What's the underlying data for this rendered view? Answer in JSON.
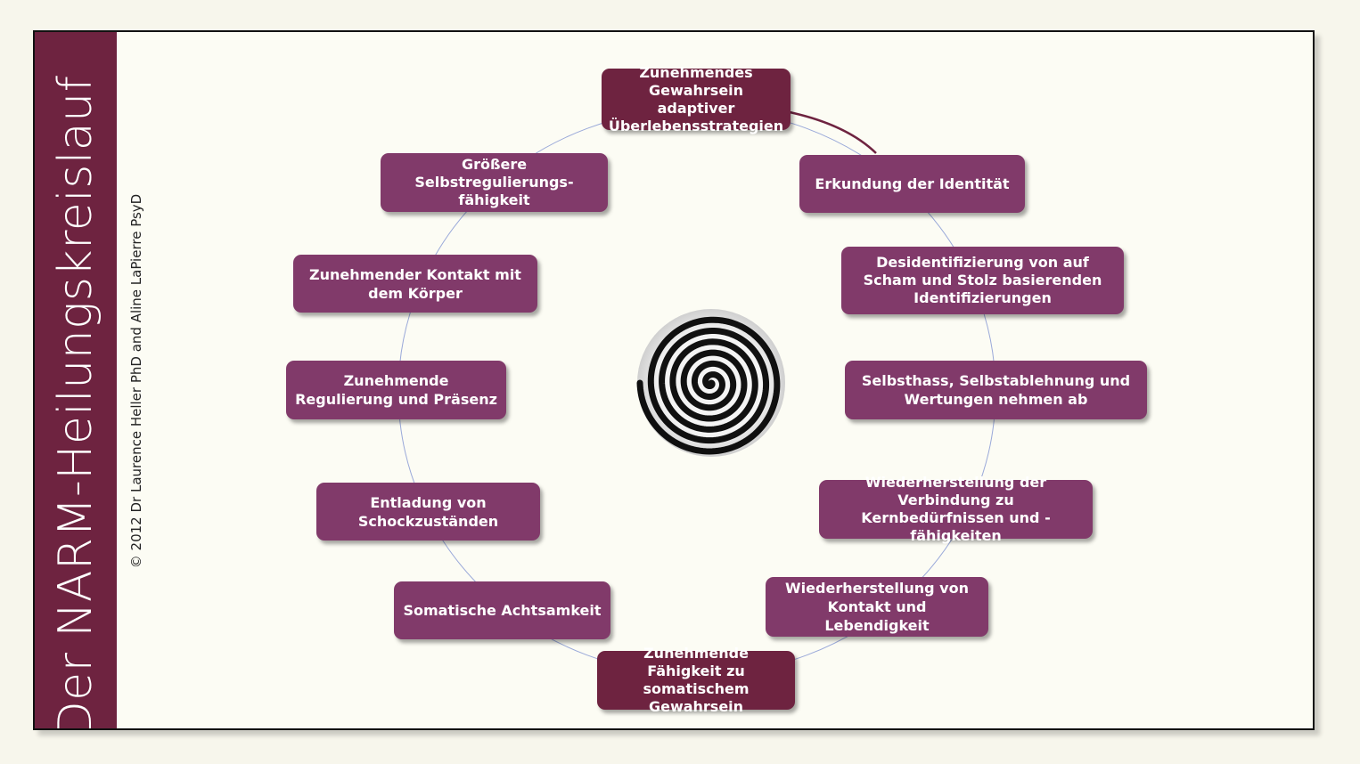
{
  "title": "Der NARM-Heilungskreislauf",
  "copyright": "© 2012 Dr Laurence Heller PhD and Aline LaPierre PsyD",
  "colors": {
    "accent": "#6e2340",
    "node": "#813a6a",
    "node_dark": "#6e2340",
    "circle": "#9aa9d9",
    "highlight_line": "#6e2340"
  },
  "center_graphic": "spiral-icon",
  "nodes": [
    {
      "id": "awareness-survival-strategies",
      "label": "Zunehmendes Gewahrsein adaptiver Überlebensstrategien"
    },
    {
      "id": "exploration-identity",
      "label": "Erkundung der Identität"
    },
    {
      "id": "disidentification",
      "label": "Desidentifizierung von auf Scham und Stolz basierenden Identifizierungen"
    },
    {
      "id": "self-hatred-decreases",
      "label": "Selbsthass, Selbstablehnung und Wertungen nehmen ab"
    },
    {
      "id": "core-needs",
      "label": "Wiederherstellung der Verbindung zu Kernbedürfnissen und -fähigkeiten"
    },
    {
      "id": "contact-aliveness",
      "label": "Wiederherstellung von Kontakt und Lebendigkeit"
    },
    {
      "id": "somatic-awareness-capacity",
      "label": "Zunehmende Fähigkeit zu somatischem Gewahrsein"
    },
    {
      "id": "somatic-mindfulness",
      "label": "Somatische Achtsamkeit"
    },
    {
      "id": "shock-discharge",
      "label": "Entladung von Schockzuständen"
    },
    {
      "id": "regulation-presence",
      "label": "Zunehmende Regulierung und Präsenz"
    },
    {
      "id": "body-contact",
      "label": "Zunehmender Kontakt mit dem Körper"
    },
    {
      "id": "self-regulation",
      "label": "Größere Selbstregulierungs-fähigkeit"
    }
  ]
}
